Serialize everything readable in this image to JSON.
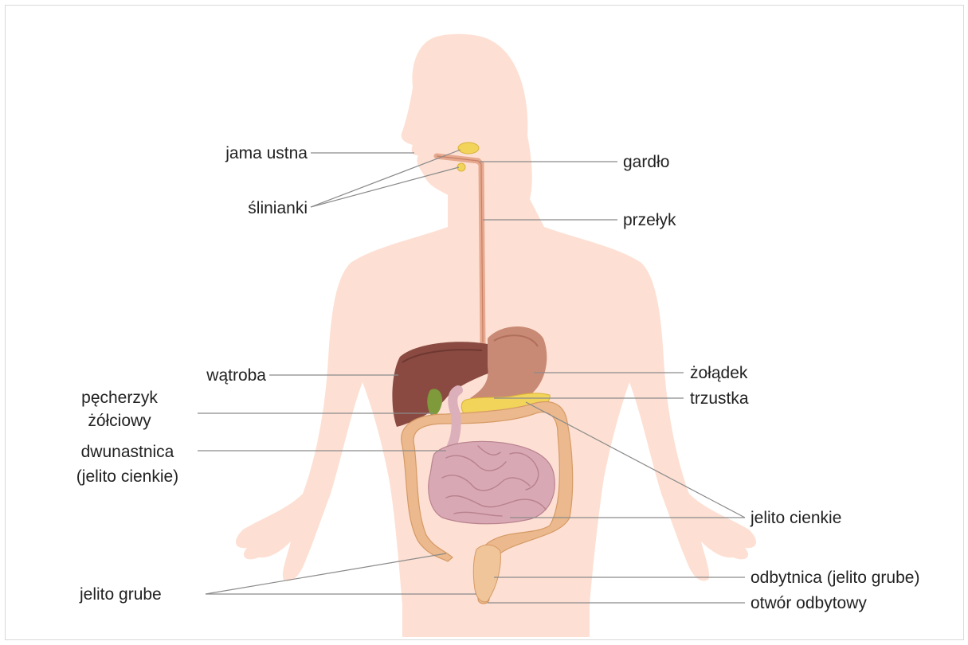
{
  "labels": {
    "mouth": "jama ustna",
    "salivary": "ślinianki",
    "pharynx": "gardło",
    "esophagus": "przełyk",
    "liver": "wątroba",
    "gallbladder_1": "pęcherzyk",
    "gallbladder_2": "żółciowy",
    "duodenum_1": "dwunastnica",
    "duodenum_2": "(jelito cienkie)",
    "stomach": "żołądek",
    "pancreas": "trzustka",
    "small_intestine": "jelito cienkie",
    "large_intestine": "jelito grube",
    "rectum": "odbytnica (jelito grube)",
    "anus": "otwór odbytowy"
  },
  "colors": {
    "body": "#fde0d3",
    "liver": "#8a4a42",
    "stomach": "#c98a75",
    "colon": "#ebb98d",
    "small_intestine": "#d8a9b5",
    "pancreas": "#f3d45b",
    "gallbladder": "#7e9a3a",
    "esophagus": "#e6a88e",
    "leader": "#8a8a8a"
  }
}
